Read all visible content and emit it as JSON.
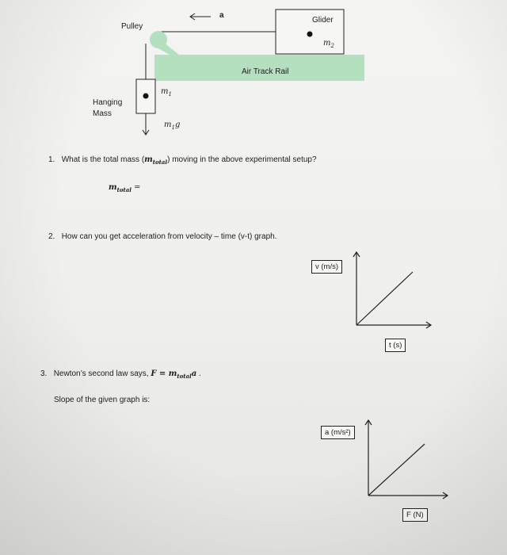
{
  "diagram": {
    "pulley_label": "Pulley",
    "glider_label": "Glider",
    "glider_mass": "m",
    "glider_mass_sub": "2",
    "accel_arrow": "←",
    "accel_label": "a",
    "rail_label": "Air Track Rail",
    "hanging_label_line1": "Hanging",
    "hanging_label_line2": "Mass",
    "hanging_mass": "m",
    "hanging_mass_sub": "1",
    "weight_label": "m",
    "weight_sub": "1",
    "weight_g": "g",
    "rail_color": "#b5e0c0"
  },
  "questions": {
    "q1_number": "1.",
    "q1_text_before": "What is the total mass (",
    "q1_symbol": "m",
    "q1_symbol_sub": "total",
    "q1_text_after": ") moving in the above experimental setup?",
    "answer_symbol": "m",
    "answer_sub": "total",
    "answer_eq": " =",
    "q2_number": "2.",
    "q2_text": "How can you get acceleration from velocity – time (v-t) graph.",
    "q3_number": "3.",
    "q3_text": "Newton’s second law says, ",
    "q3_formula_F": "F",
    "q3_formula_eq": " = ",
    "q3_formula_m": "m",
    "q3_formula_sub": "total",
    "q3_formula_a": "a",
    "q3_period": " .",
    "slope_text": "Slope of the given graph is:"
  },
  "graph1": {
    "y_label": "v (m/s)",
    "x_label": "t (s)"
  },
  "graph2": {
    "y_label": "a (m/s²)",
    "x_label": "F (N)"
  }
}
